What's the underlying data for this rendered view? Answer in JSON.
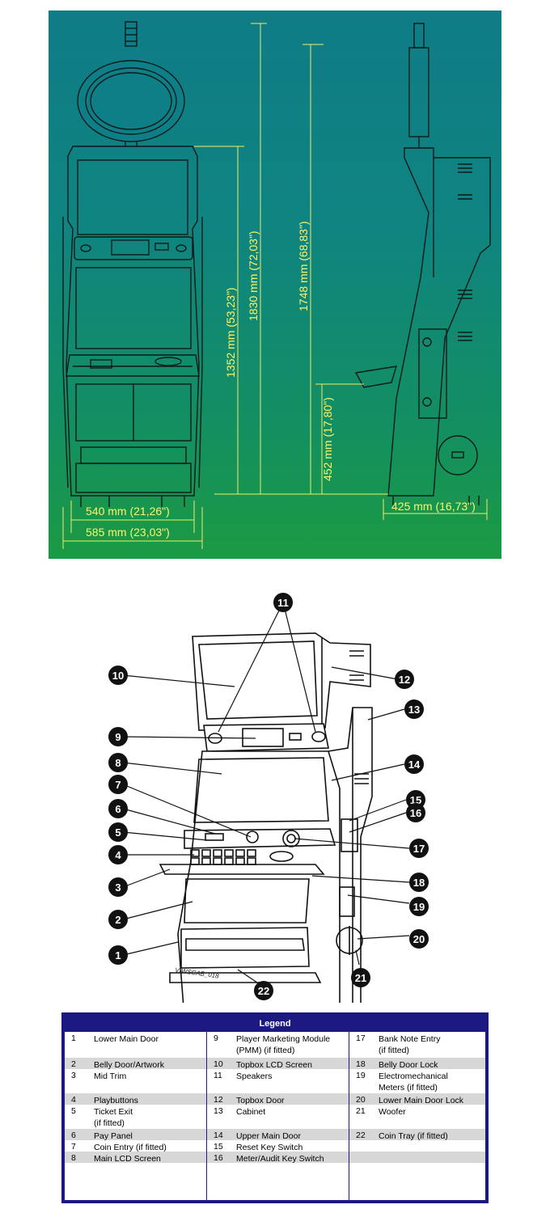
{
  "dimensions": {
    "height_total": "1830 mm (72,03\")",
    "height_mid": "1352 mm (53,23\")",
    "side_height": "1748 mm (68,83\")",
    "seat_height": "452 mm (17,80\")",
    "width_inner": "540 mm (21,26\")",
    "width_outer": "585 mm (23,03\")",
    "depth": "425 mm (16,73\")"
  },
  "diagram": {
    "caption": "VIWSCAB_018",
    "callouts": [
      "1",
      "2",
      "3",
      "4",
      "5",
      "6",
      "7",
      "8",
      "9",
      "10",
      "11",
      "12",
      "13",
      "14",
      "15",
      "16",
      "17",
      "18",
      "19",
      "20",
      "21",
      "22"
    ]
  },
  "legend": {
    "title": "Legend",
    "col1": [
      {
        "num": "1",
        "label": "Lower Main Door"
      },
      {
        "num": "2",
        "label": "Belly Door/Artwork"
      },
      {
        "num": "3",
        "label": "Mid Trim"
      },
      {
        "num": "4",
        "label": "Playbuttons"
      },
      {
        "num": "5",
        "label": "Ticket Exit\n(if fitted)"
      },
      {
        "num": "6",
        "label": "Pay Panel"
      },
      {
        "num": "7",
        "label": "Coin Entry (if fitted)"
      },
      {
        "num": "8",
        "label": "Main LCD Screen"
      }
    ],
    "col2": [
      {
        "num": "9",
        "label": "Player Marketing Module\n(PMM) (if fitted)"
      },
      {
        "num": "10",
        "label": "Topbox LCD Screen"
      },
      {
        "num": "11",
        "label": "Speakers"
      },
      {
        "num": "12",
        "label": "Topbox Door"
      },
      {
        "num": "13",
        "label": "Cabinet"
      },
      {
        "num": "14",
        "label": "Upper Main Door"
      },
      {
        "num": "15",
        "label": "Reset Key Switch"
      },
      {
        "num": "16",
        "label": "Meter/Audit Key Switch"
      }
    ],
    "col3": [
      {
        "num": "17",
        "label": "Bank Note Entry\n(if fitted)"
      },
      {
        "num": "18",
        "label": "Belly Door Lock"
      },
      {
        "num": "19",
        "label": "Electromechanical\nMeters (if fitted)"
      },
      {
        "num": "20",
        "label": "Lower Main Door Lock"
      },
      {
        "num": "21",
        "label": "Woofer"
      },
      {
        "num": "22",
        "label": "Coin Tray (if fitted)"
      },
      {
        "num": "",
        "label": ""
      },
      {
        "num": "",
        "label": ""
      }
    ]
  }
}
